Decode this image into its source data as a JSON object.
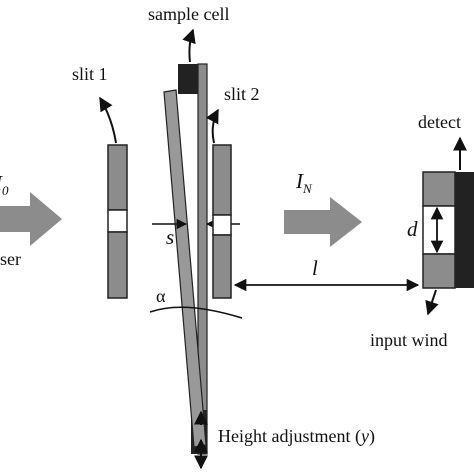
{
  "diagram": {
    "labels": {
      "sample_cell": "sample cell",
      "slit1": "slit 1",
      "slit2": "slit 2",
      "detector": "detect",
      "laser": "ser",
      "i0_main": "I",
      "i0_sub": "0",
      "in_main": "I",
      "in_sub": "N",
      "s": "s",
      "alpha": "α",
      "l": "l",
      "d": "d",
      "input_window": "input wind",
      "height_prefix": "Height adjustment (",
      "height_var": "y",
      "height_suffix": ")"
    },
    "colors": {
      "gray": "#8c8c8c",
      "dark": "#222222",
      "light_gray": "#b8b8b8",
      "window": "#ffffff",
      "line": "#111111"
    }
  }
}
